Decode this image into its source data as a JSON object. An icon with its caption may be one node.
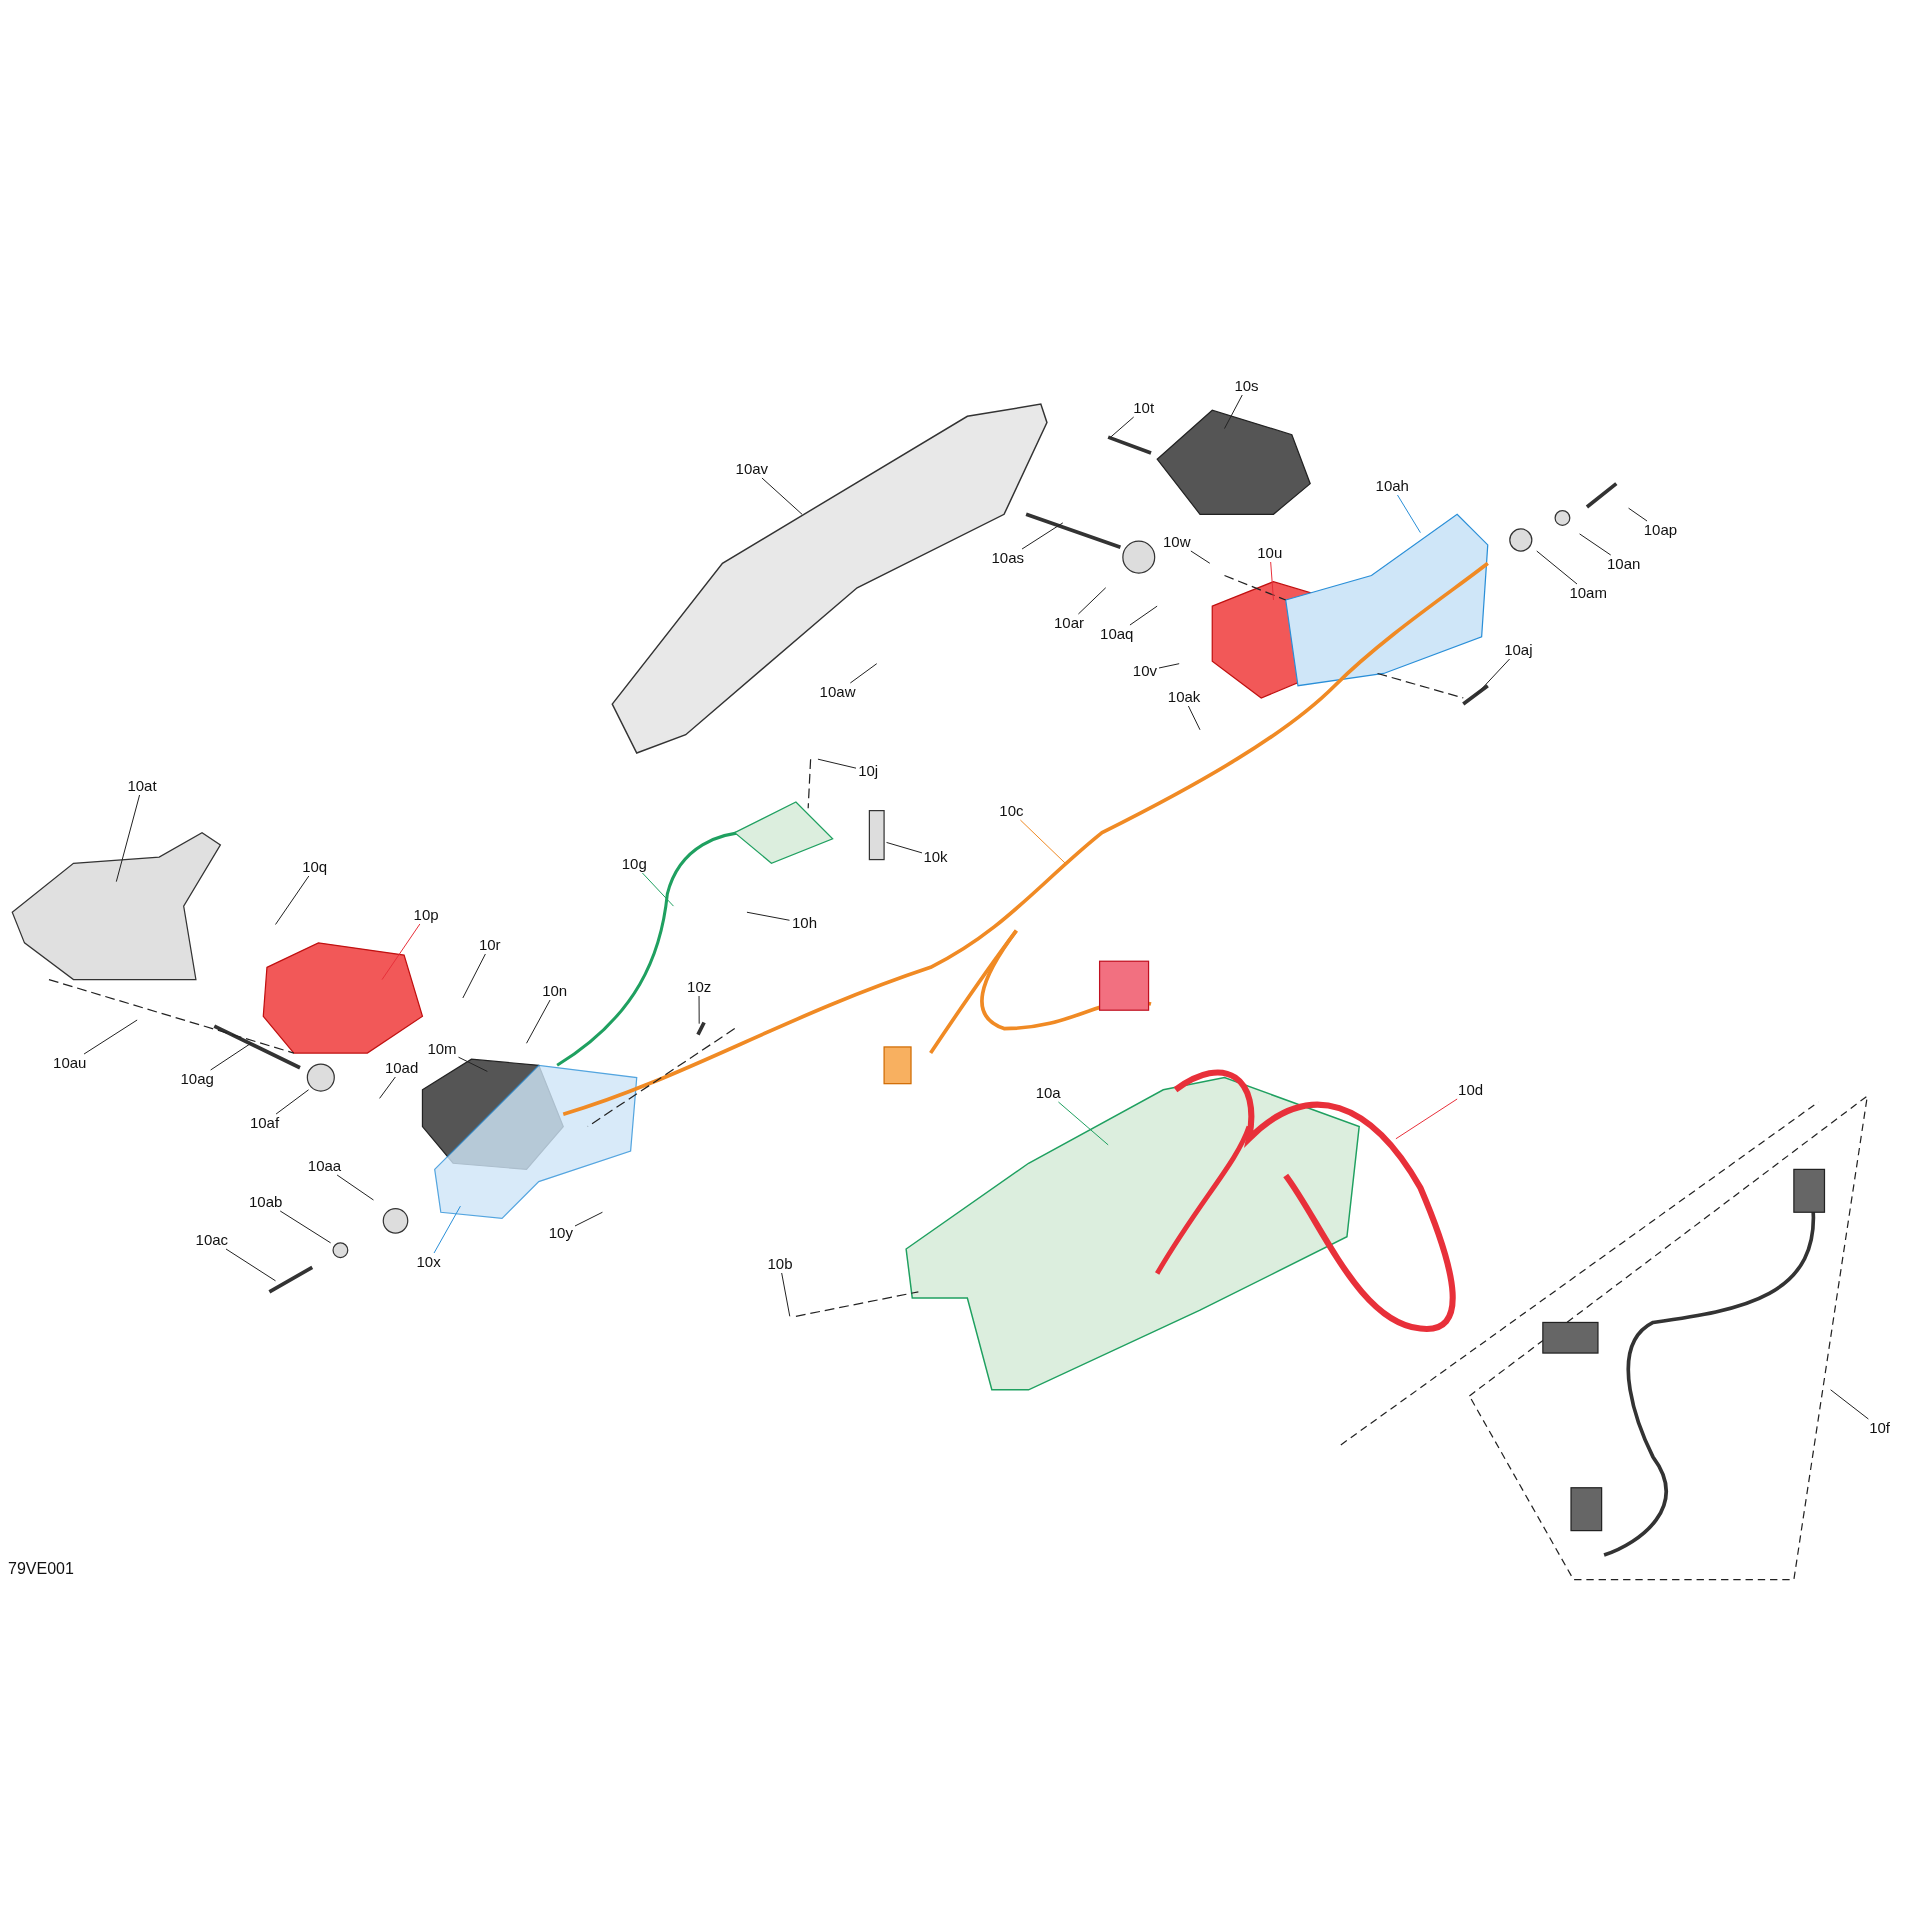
{
  "diagram": {
    "nodes": [
      {
        "text": [
          "10t"
        ]
      },
      {
        "text": [
          "10s"
        ]
      },
      {
        "text": [
          "10av"
        ]
      },
      {
        "text": [
          "10ah"
        ]
      },
      {
        "text": [
          "10ap"
        ]
      },
      {
        "text": [
          "10as"
        ]
      },
      {
        "text": [
          "10w"
        ]
      },
      {
        "text": [
          "10u"
        ]
      },
      {
        "text": [
          "10an"
        ]
      },
      {
        "text": [
          "10am"
        ]
      },
      {
        "text": [
          "10ar"
        ]
      },
      {
        "text": [
          "10aq"
        ]
      },
      {
        "text": [
          "10aj"
        ]
      },
      {
        "text": [
          "10v"
        ]
      },
      {
        "text": [
          "10aw"
        ]
      },
      {
        "text": [
          "10ak"
        ]
      },
      {
        "text": [
          "10j"
        ]
      },
      {
        "text": [
          "10at"
        ]
      },
      {
        "text": [
          "10c"
        ]
      },
      {
        "text": [
          "10k"
        ]
      },
      {
        "text": [
          "10q"
        ]
      },
      {
        "text": [
          "10g"
        ]
      },
      {
        "text": [
          "10p"
        ]
      },
      {
        "text": [
          "10h"
        ]
      },
      {
        "text": [
          "10r"
        ]
      },
      {
        "text": [
          "10z"
        ]
      },
      {
        "text": [
          "10n"
        ]
      },
      {
        "text": [
          "10m"
        ]
      },
      {
        "text": [
          "10au"
        ]
      },
      {
        "text": [
          "10ad"
        ]
      },
      {
        "text": [
          "10ag"
        ]
      },
      {
        "text": [
          "10a"
        ]
      },
      {
        "text": [
          "10d"
        ]
      },
      {
        "text": [
          "10af"
        ]
      },
      {
        "text": [
          "10aa"
        ]
      },
      {
        "text": [
          "10ab"
        ]
      },
      {
        "text": [
          "10x"
        ]
      },
      {
        "text": [
          "10y"
        ]
      },
      {
        "text": [
          "10ac"
        ]
      },
      {
        "text": [
          "10b"
        ]
      },
      {
        "text": [
          "10f"
        ]
      }
    ],
    "edges": [
      {
        "from": 0,
        "to": null,
        "arrow": "none"
      },
      {
        "from": 1,
        "to": null,
        "arrow": "none"
      },
      {
        "from": 2,
        "to": null,
        "arrow": "none"
      },
      {
        "from": 3,
        "to": null,
        "arrow": "none",
        "color": "#2a8fd8"
      },
      {
        "from": 4,
        "to": null,
        "arrow": "none"
      },
      {
        "from": 5,
        "to": null,
        "arrow": "none"
      },
      {
        "from": 6,
        "to": null,
        "arrow": "none"
      },
      {
        "from": 7,
        "to": null,
        "arrow": "none",
        "color": "#e8303a"
      },
      {
        "from": 8,
        "to": null,
        "arrow": "none"
      },
      {
        "from": 9,
        "to": null,
        "arrow": "none"
      },
      {
        "from": 10,
        "to": null,
        "arrow": "none"
      },
      {
        "from": 11,
        "to": null,
        "arrow": "none"
      },
      {
        "from": 12,
        "to": null,
        "arrow": "none"
      },
      {
        "from": 13,
        "to": null,
        "arrow": "none"
      },
      {
        "from": 14,
        "to": null,
        "arrow": "none"
      },
      {
        "from": 15,
        "to": null,
        "arrow": "none"
      },
      {
        "from": 16,
        "to": null,
        "arrow": "none"
      },
      {
        "from": 17,
        "to": null,
        "arrow": "none"
      },
      {
        "from": 18,
        "to": null,
        "arrow": "none",
        "color": "#f08a24"
      },
      {
        "from": 19,
        "to": null,
        "arrow": "none"
      },
      {
        "from": 20,
        "to": null,
        "arrow": "none"
      },
      {
        "from": 21,
        "to": null,
        "arrow": "none",
        "color": "#1fa060"
      },
      {
        "from": 22,
        "to": null,
        "arrow": "none",
        "color": "#e8303a"
      },
      {
        "from": 23,
        "to": null,
        "arrow": "none"
      },
      {
        "from": 24,
        "to": null,
        "arrow": "none"
      },
      {
        "from": 25,
        "to": null,
        "arrow": "none"
      },
      {
        "from": 26,
        "to": null,
        "arrow": "none"
      },
      {
        "from": 27,
        "to": null,
        "arrow": "none"
      },
      {
        "from": 28,
        "to": null,
        "arrow": "none"
      },
      {
        "from": 29,
        "to": null,
        "arrow": "none"
      },
      {
        "from": 30,
        "to": null,
        "arrow": "none"
      },
      {
        "from": 31,
        "to": null,
        "arrow": "none",
        "color": "#1fa060"
      },
      {
        "from": 32,
        "to": null,
        "arrow": "none",
        "color": "#e8303a"
      },
      {
        "from": 33,
        "to": null,
        "arrow": "none"
      },
      {
        "from": 34,
        "to": null,
        "arrow": "none"
      },
      {
        "from": 35,
        "to": null,
        "arrow": "none"
      },
      {
        "from": 36,
        "to": null,
        "arrow": "none",
        "color": "#2a8fd8"
      },
      {
        "from": 37,
        "to": null,
        "arrow": "none"
      },
      {
        "from": 38,
        "to": null,
        "arrow": "none"
      },
      {
        "from": 39,
        "to": null,
        "arrow": "none"
      },
      {
        "from": 40,
        "to": null,
        "arrow": "none"
      }
    ],
    "labels": [
      "79VE001"
    ]
  }
}
